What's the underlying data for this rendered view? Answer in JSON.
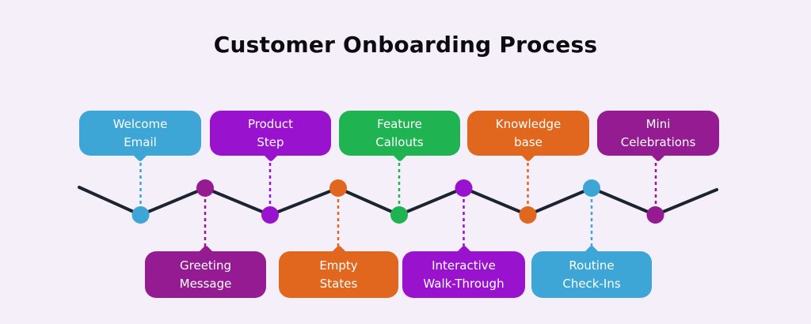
{
  "title": "Customer Onboarding Process",
  "palette": {
    "blue": "#3da6d7",
    "violet": "#9913cf",
    "green": "#20b352",
    "orange": "#e2671e",
    "magenta": "#941b92",
    "line": "#1c2431",
    "background": "#f5effa",
    "box_text": "#ffffff",
    "title_text": "#0b0b10"
  },
  "steps": [
    {
      "label": "Welcome\nEmail",
      "color": "blue",
      "row": "top"
    },
    {
      "label": "Greeting\nMessage",
      "color": "magenta",
      "row": "bottom"
    },
    {
      "label": "Product\nStep",
      "color": "violet",
      "row": "top"
    },
    {
      "label": "Empty\nStates",
      "color": "orange",
      "row": "bottom"
    },
    {
      "label": "Feature\nCallouts",
      "color": "green",
      "row": "top"
    },
    {
      "label": "Interactive\nWalk-Through",
      "color": "violet",
      "row": "bottom"
    },
    {
      "label": "Knowledge\nbase",
      "color": "orange",
      "row": "top"
    },
    {
      "label": "Routine\nCheck-Ins",
      "color": "blue",
      "row": "bottom"
    },
    {
      "label": "Mini\nCelebrations",
      "color": "magenta",
      "row": "top"
    }
  ]
}
